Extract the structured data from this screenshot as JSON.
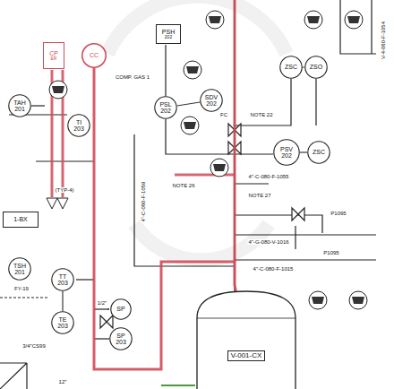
{
  "diagram": {
    "nodes": [
      {
        "text": [
          "CP",
          "ER"
        ]
      },
      {
        "text": [
          "CC"
        ]
      },
      {
        "text": [
          "PSH",
          "202"
        ]
      },
      {
        "text": [
          "ZSC"
        ]
      },
      {
        "text": [
          "ZSO"
        ]
      },
      {
        "text": [
          "TAH",
          "201"
        ]
      },
      {
        "text": [
          "TI",
          "203"
        ]
      },
      {
        "text": [
          "PSL",
          "202"
        ]
      },
      {
        "text": [
          "SDV",
          "202"
        ]
      },
      {
        "text": [
          "PSV",
          "202"
        ]
      },
      {
        "text": [
          "ZSC"
        ]
      },
      {
        "text": [
          "1-BX"
        ]
      },
      {
        "text": [
          "TSH",
          "201"
        ]
      },
      {
        "text": [
          "TT",
          "203"
        ]
      },
      {
        "text": [
          "SP"
        ]
      },
      {
        "text": [
          "TE",
          "203"
        ]
      },
      {
        "text": [
          "SP",
          "203"
        ]
      },
      {
        "text": [
          "V-001-CX"
        ]
      }
    ],
    "edges": [
      {
        "from": 1,
        "to": 17,
        "arrow": "none"
      },
      {
        "from": 7,
        "to": 8,
        "arrow": "none"
      },
      {
        "from": 3,
        "to": 4,
        "arrow": "none"
      },
      {
        "from": 13,
        "to": 15,
        "arrow": "none"
      },
      {
        "from": 9,
        "to": 10,
        "arrow": "none"
      }
    ],
    "labels": [
      "NOTE 26",
      "NOTE 27",
      "NOTE 22",
      "4\"-C-080-F-1059",
      "4\"-C-080-F-1055",
      "4\"-G-080-V-1016",
      "4\"-C-080-F-1015",
      "V-4-080-F-1054",
      "12\"",
      "3/4\"CS99",
      "1/2\"",
      "(TYP-4)",
      "COMP. GAS 1",
      "FC",
      "P1095",
      "P1095",
      "FY-19"
    ]
  }
}
